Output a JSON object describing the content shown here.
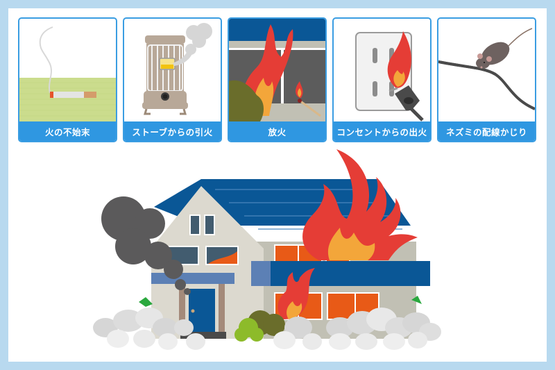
{
  "cards": [
    {
      "label": "火の不始末",
      "icon": "cigarette-icon"
    },
    {
      "label": "ストーブからの引火",
      "icon": "stove-icon"
    },
    {
      "label": "放火",
      "icon": "arson-icon"
    },
    {
      "label": "コンセントからの出火",
      "icon": "outlet-fire-icon"
    },
    {
      "label": "ネズミの配線かじり",
      "icon": "mouse-wire-icon"
    }
  ],
  "colors": {
    "frame": "#b8d9ef",
    "card_border": "#3a9de2",
    "label_bg": "#2f97e1",
    "roof": "#0a5796",
    "wall": "#dcd9cf",
    "wall_shadow": "#c1c0b4",
    "flame_red": "#e53d36",
    "flame_orange": "#f3a63a",
    "window_orange": "#e85a17",
    "smoke": "#5b5a5b",
    "trash": "#d6d6d6"
  }
}
